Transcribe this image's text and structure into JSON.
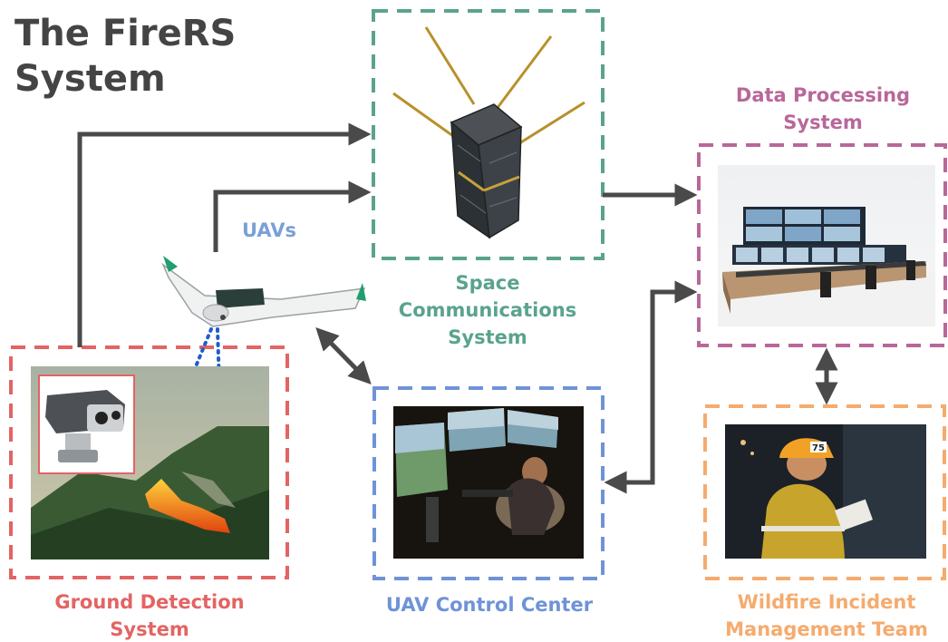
{
  "title": {
    "line1": "The FireRS",
    "line2": "System"
  },
  "nodes": {
    "space": {
      "line1": "Space",
      "line2": "Communications",
      "line3": "System",
      "color": "#5aa38e"
    },
    "data_processing": {
      "line1": "Data Processing",
      "line2": "System",
      "color": "#b9679a"
    },
    "uavs": {
      "label": "UAVs",
      "color": "#7b9fd9"
    },
    "ground": {
      "line1": "Ground Detection",
      "line2": "System",
      "color": "#e36464"
    },
    "uav_control": {
      "label": "UAV Control Center",
      "color": "#6f93d6"
    },
    "wildfire": {
      "line1": "Wildfire Incident",
      "line2": "Management Team",
      "color": "#f5ab6e"
    }
  },
  "badge": {
    "helmet_number": "75"
  },
  "colors": {
    "arrow": "#4a4a4a",
    "detection_beam": "#1e5ccc"
  }
}
